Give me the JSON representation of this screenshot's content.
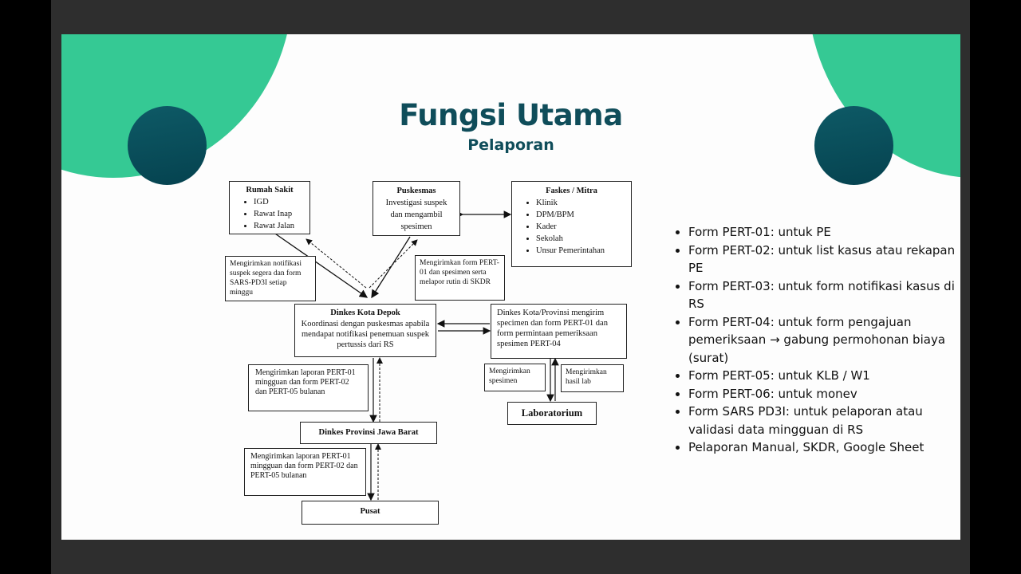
{
  "slide": {
    "title": "Fungsi Utama",
    "subtitle": "Pelaporan",
    "colors": {
      "accent_green": "#35c994",
      "dark_teal": "#0f4d5a",
      "frame": "#2e2e2e"
    }
  },
  "diagram": {
    "rumah_sakit": {
      "title": "Rumah Sakit",
      "items": [
        "IGD",
        "Rawat Inap",
        "Rawat Jalan"
      ]
    },
    "puskesmas": {
      "title": "Puskesmas",
      "text": "Investigasi suspek dan mengambil spesimen"
    },
    "faskes": {
      "title": "Faskes / Mitra",
      "items": [
        "Klinik",
        "DPM/BPM",
        "Kader",
        "Sekolah",
        "Unsur Pemerintahan"
      ]
    },
    "note_rs": "Mengirimkan notifikasi suspek segera dan form SARS-PD3I setiap minggu",
    "note_pkm": "Mengirimkan form PERT-01 dan spesimen serta melapor rutin di SKDR",
    "dinkes_depok": {
      "title": "Dinkes Kota Depok",
      "text": "Koordinasi dengan puskesmas apabila mendapat notifikasi penemuan suspek pertussis dari RS"
    },
    "dinkes_kirim": "Dinkes Kota/Provinsi mengirim specimen dan form PERT-01 dan form permintaan pemeriksaan spesimen PERT-04",
    "note_depok_prov": "Mengirimkan laporan PERT-01 mingguan dan form PERT-02 dan PERT-05 bulanan",
    "note_spesimen": "Mengirimkan spesimen",
    "note_hasil": "Mengirimkan hasil lab",
    "laboratorium": "Laboratorium",
    "dinkes_jabar": "Dinkes Provinsi Jawa Barat",
    "note_prov_pusat": "Mengirimkan laporan PERT-01 mingguan dan form PERT-02 dan PERT-05 bulanan",
    "pusat": "Pusat"
  },
  "bullets": [
    "Form PERT-01: untuk PE",
    "Form PERT-02: untuk list kasus atau rekapan PE",
    "Form PERT-03: untuk form notifikasi kasus di RS",
    "Form PERT-04: untuk form pengajuan pemeriksaan → gabung permohonan biaya (surat)",
    "Form PERT-05: untuk KLB / W1",
    "Form PERT-06: untuk monev",
    "Form SARS PD3I: untuk pelaporan atau validasi data mingguan di RS",
    "Pelaporan Manual, SKDR, Google Sheet"
  ]
}
